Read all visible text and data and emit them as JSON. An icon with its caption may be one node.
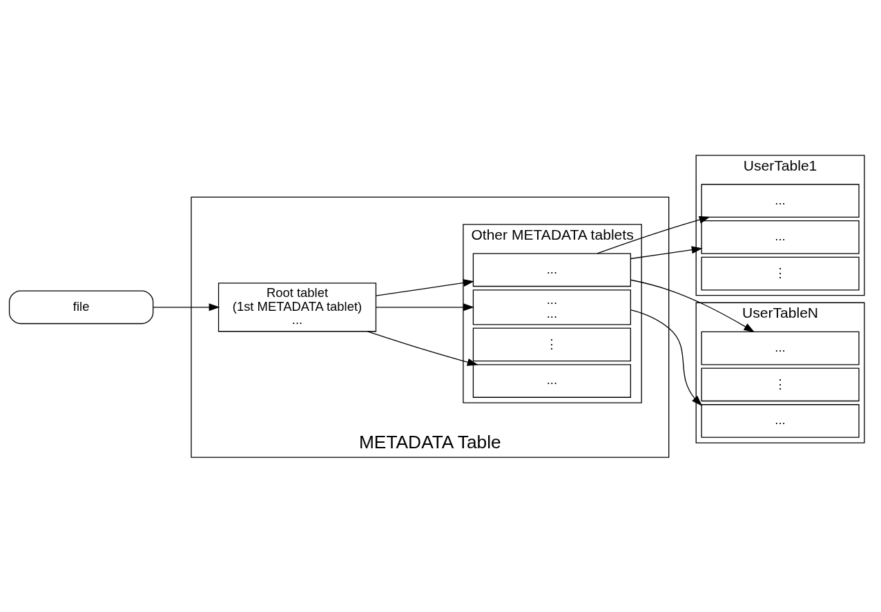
{
  "diagram": {
    "nodes": [
      {
        "text": [
          "METADATA Table"
        ]
      },
      {
        "text": [
          "file"
        ]
      },
      {
        "text": [
          "Root tablet",
          "(1st METADATA tablet)",
          "..."
        ],
        "in": 0
      },
      {
        "text": [
          "Other METADATA tablets"
        ],
        "in": 0
      },
      {
        "text": [
          "..."
        ],
        "in": 3
      },
      {
        "text": [
          "...",
          "..."
        ],
        "in": 3
      },
      {
        "text": [
          "⋮"
        ],
        "in": 3
      },
      {
        "text": [
          "..."
        ],
        "in": 3
      },
      {
        "text": [
          "UserTable1"
        ]
      },
      {
        "text": [
          "..."
        ],
        "in": 8
      },
      {
        "text": [
          "..."
        ],
        "in": 8
      },
      {
        "text": [
          "⋮"
        ],
        "in": 8
      },
      {
        "text": [
          "UserTableN"
        ]
      },
      {
        "text": [
          "..."
        ],
        "in": 12
      },
      {
        "text": [
          "⋮"
        ],
        "in": 12
      },
      {
        "text": [
          "..."
        ],
        "in": 12
      }
    ],
    "edges": [
      {
        "from": 1,
        "to": 2,
        "arrow": "to"
      },
      {
        "from": 2,
        "to": 4,
        "arrow": "to"
      },
      {
        "from": 2,
        "to": 5,
        "arrow": "to"
      },
      {
        "from": 2,
        "to": 7,
        "arrow": "to"
      },
      {
        "from": 4,
        "to": 9,
        "arrow": "to"
      },
      {
        "from": 4,
        "to": 10,
        "arrow": "to"
      },
      {
        "from": 4,
        "to": 13,
        "arrow": "to"
      },
      {
        "from": 5,
        "to": 15,
        "arrow": "to"
      }
    ]
  }
}
